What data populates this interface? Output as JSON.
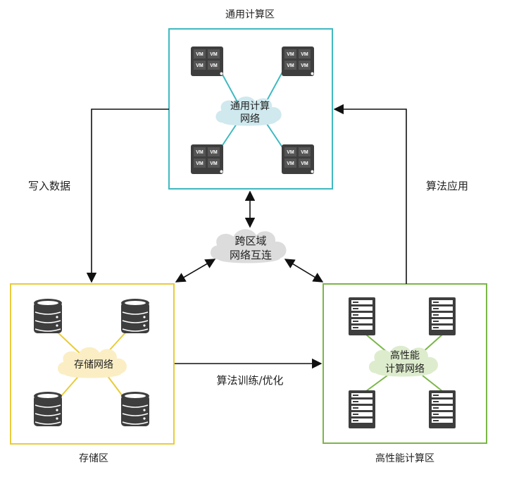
{
  "zones": {
    "compute": {
      "title": "通用计算区",
      "network_line1": "通用计算",
      "network_line2": "网络",
      "border": "#3fb9c0",
      "cloud": "#cfe9ee",
      "vm_label": "VM"
    },
    "storage": {
      "title": "存储区",
      "network": "存储网络",
      "border": "#e8cc3a",
      "cloud": "#fbeec4"
    },
    "hpc": {
      "title": "高性能计算区",
      "network_line1": "高性能",
      "network_line2": "计算网络",
      "border": "#7ab648",
      "cloud": "#ddeccd"
    }
  },
  "interconnect": {
    "line1": "跨区域",
    "line2": "网络互连",
    "cloud": "#dcdcdc"
  },
  "flows": {
    "write_data": "写入数据",
    "algo_apply": "算法应用",
    "algo_train": "算法训练/优化"
  },
  "colors": {
    "icon": "#3e3e3e",
    "arrow": "#111111"
  }
}
